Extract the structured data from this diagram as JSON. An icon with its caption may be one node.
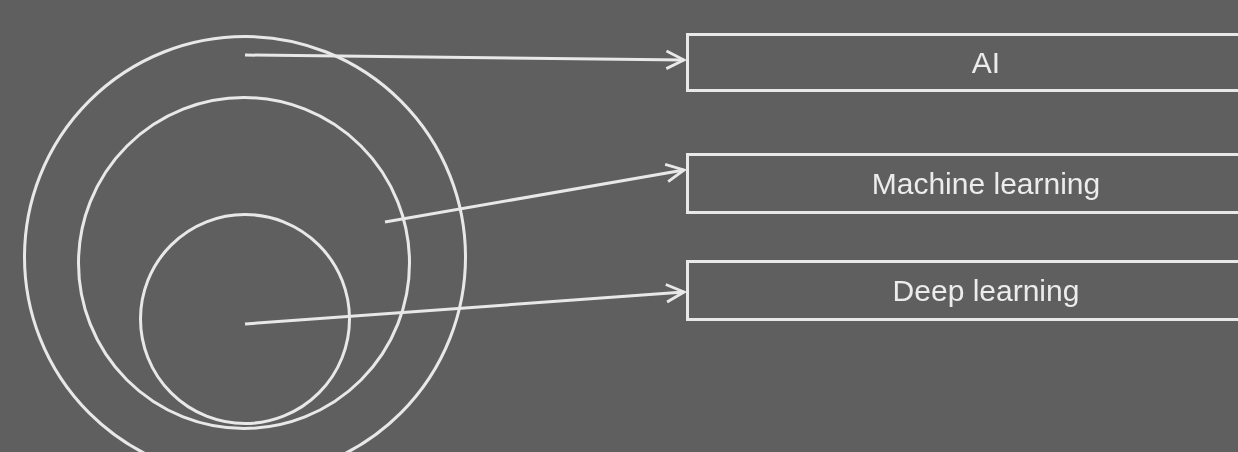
{
  "diagram": {
    "nodes": [
      {
        "text": [],
        "shape": "circle"
      },
      {
        "text": [],
        "shape": "circle",
        "in": 0
      },
      {
        "text": [],
        "shape": "circle",
        "in": 1
      },
      {
        "text": [
          "AI"
        ]
      },
      {
        "text": [
          "Machine learning"
        ]
      },
      {
        "text": [
          "Deep learning"
        ]
      }
    ],
    "edges": [
      {
        "from": 0,
        "to": 3,
        "arrow": "to"
      },
      {
        "from": 1,
        "to": 4,
        "arrow": "to"
      },
      {
        "from": 2,
        "to": 5,
        "arrow": "to"
      }
    ]
  }
}
